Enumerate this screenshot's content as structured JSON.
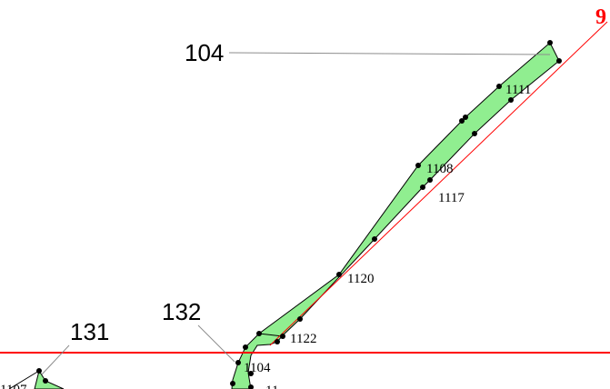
{
  "colors": {
    "parcel_fill": "#90ee90",
    "parcel_stroke": "#000000",
    "red_line": "#ff0000",
    "leader_line": "#8c8c8c",
    "vertex": "#000000"
  },
  "labels": {
    "parcel_104": "104",
    "parcel_132": "132",
    "parcel_131": "131",
    "line_9": "9",
    "pt_1111": "1111",
    "pt_1108": "1108",
    "pt_1117": "1117",
    "pt_1120": "1120",
    "pt_1122": "1122",
    "pt_1104": "1104",
    "pt_partial_left": "1107",
    "pt_partial_bottom": "11"
  }
}
